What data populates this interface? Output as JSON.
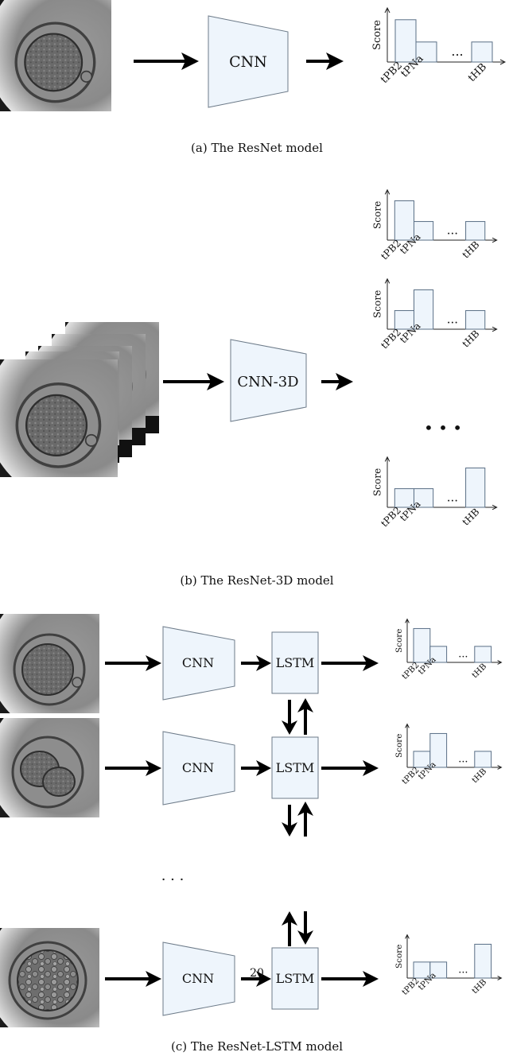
{
  "panels": {
    "a": {
      "caption": "(a) The ResNet model",
      "model_label": "CNN",
      "score_label": "Score",
      "ellipsis": "...",
      "chart": {
        "categories": [
          "tPB2",
          "tPNa",
          "tHB"
        ],
        "values": [
          0.95,
          0.45,
          0.45
        ]
      }
    },
    "b": {
      "caption": "(b) The ResNet-3D model",
      "model_label": "CNN-3D",
      "score_label": "Score",
      "ellipsis": "...",
      "stack_ellipsis": "• • •",
      "charts": [
        {
          "categories": [
            "tPB2",
            "tPNa",
            "tHB"
          ],
          "values": [
            0.95,
            0.45,
            0.45
          ]
        },
        {
          "categories": [
            "tPB2",
            "tPNa",
            "tHB"
          ],
          "values": [
            0.45,
            0.95,
            0.45
          ]
        },
        {
          "categories": [
            "tPB2",
            "tPNa",
            "tHB"
          ],
          "values": [
            0.45,
            0.45,
            0.95
          ]
        }
      ]
    },
    "c": {
      "caption": "(c) The ResNet-LSTM model",
      "model_label": "CNN",
      "lstm_label": "LSTM",
      "score_label": "Score",
      "ellipsis": "...",
      "vertical_ellipsis": "· · ·",
      "overlap_number": "20",
      "charts": [
        {
          "categories": [
            "tPB2",
            "tPNa",
            "tHB"
          ],
          "values": [
            0.95,
            0.45,
            0.45
          ]
        },
        {
          "categories": [
            "tPB2",
            "tPNa",
            "tHB"
          ],
          "values": [
            0.45,
            0.95,
            0.45
          ]
        },
        {
          "categories": [
            "tPB2",
            "tPNa",
            "tHB"
          ],
          "values": [
            0.45,
            0.45,
            0.95
          ]
        }
      ]
    }
  },
  "colors": {
    "box_fill": "#eef5fc",
    "box_stroke": "#6c7a88",
    "arrow": "#000000"
  },
  "icons": [
    "embryo-image",
    "arrow-right",
    "arrow-up",
    "arrow-down"
  ]
}
